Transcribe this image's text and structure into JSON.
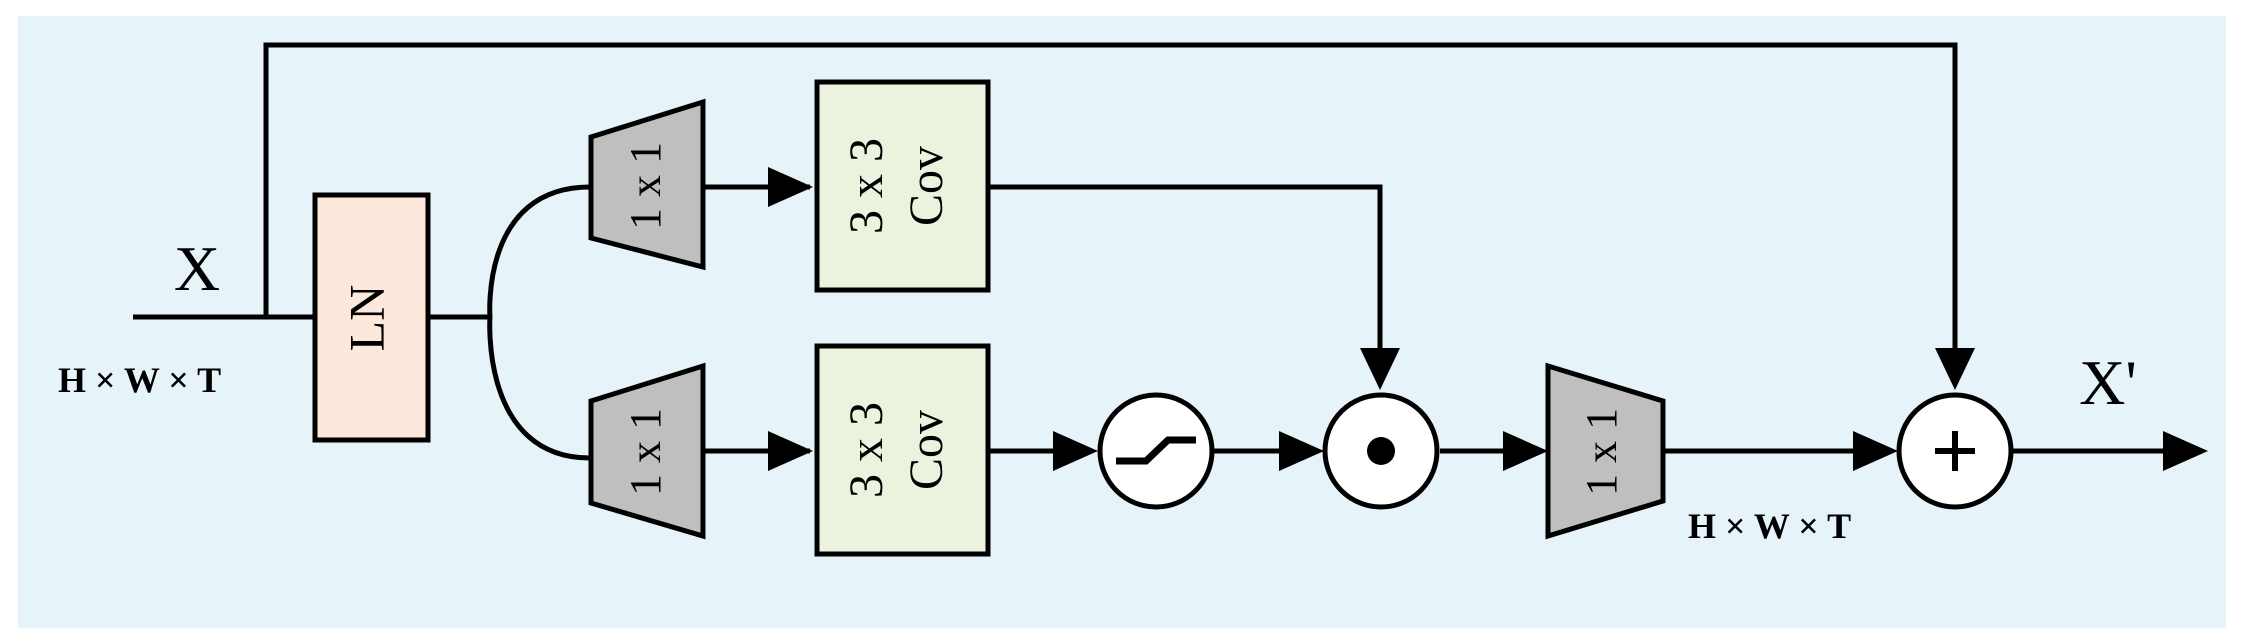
{
  "input": {
    "label": "X",
    "dims": "H × W × T"
  },
  "output": {
    "label": "X'",
    "dims": "H × W × T"
  },
  "layer_norm": {
    "label": "LN"
  },
  "proj_top": {
    "label": "1 x 1"
  },
  "proj_bottom": {
    "label": "1 x 1"
  },
  "conv_top": {
    "line1": "3 x 3",
    "line2": "Cov"
  },
  "conv_bottom": {
    "line1": "3 x 3",
    "line2": "Cov"
  },
  "proj_out": {
    "label": "1 x 1"
  },
  "multiply": {
    "symbol": "●"
  },
  "add": {
    "symbol": "+"
  },
  "colors": {
    "background": "#e6f3f8",
    "layer_norm": "#fde9dc",
    "conv": "#ebf3df",
    "projection": "#bfbfbf",
    "line": "#000000"
  },
  "icons": {
    "activation": "step-activation-icon",
    "multiply": "elementwise-multiply-icon",
    "add": "elementwise-add-icon"
  }
}
